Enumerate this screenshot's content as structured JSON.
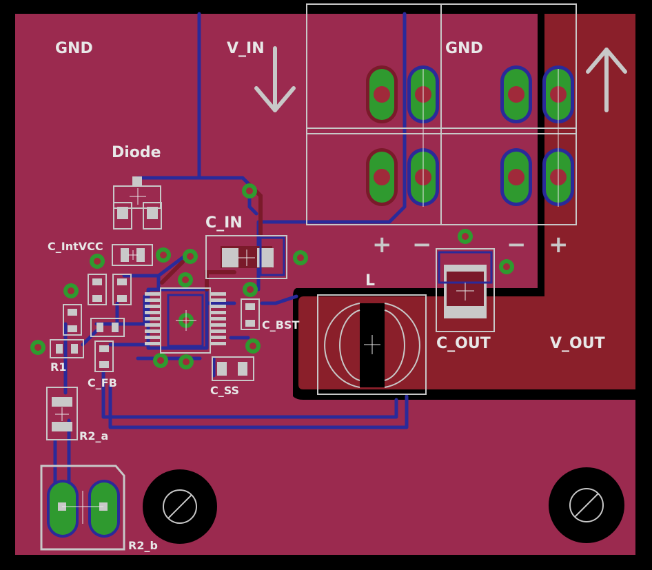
{
  "labels": {
    "gnd_left": "GND",
    "v_in": "V_IN",
    "gnd_right": "GND",
    "diode": "Diode",
    "c_in": "C_IN",
    "c_intvcc": "C_IntVCC",
    "l": "L",
    "c_bst": "C_BST",
    "r1": "R1",
    "c_fb": "C_FB",
    "c_ss": "C_SS",
    "c_out": "C_OUT",
    "v_out": "V_OUT",
    "r2_a": "R2_a",
    "r2_b": "R2_b"
  },
  "polarity": {
    "plus1": "+",
    "minus1": "−",
    "minus2": "−",
    "plus2": "+"
  },
  "colors": {
    "board": "#000000",
    "copper_top": "#9b2a4f",
    "copper_vout": "#8a1f2a",
    "trace_bottom": "#2a2a9a",
    "pad": "#2f9a2f",
    "drill": "#a02a3a",
    "silkscreen": "#c8c8c8",
    "smd_pad": "#c9c9c9"
  }
}
